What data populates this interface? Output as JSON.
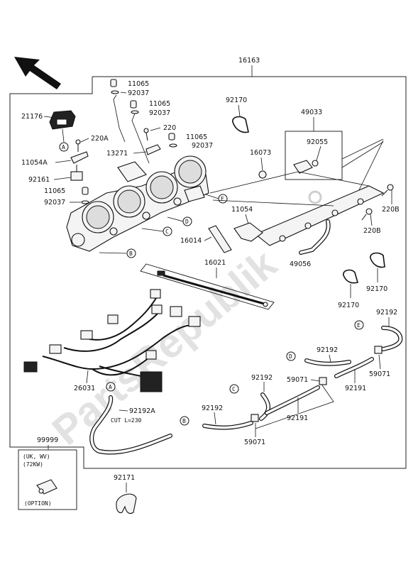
{
  "watermark": "PartsRepublik",
  "labels": {
    "l16163": "16163",
    "l21176": "21176",
    "l220A": "220A",
    "l11054A": "11054A",
    "l92161": "92161",
    "l11065_a": "11065",
    "l92037_a": "92037",
    "l11065_b": "11065",
    "l92037_b": "92037",
    "l11065_c": "11065",
    "l92037_c": "92037",
    "l11065_d": "11065",
    "l92037_d": "92037",
    "l11065_e": "11065",
    "l92037_e": "92037",
    "l220": "220",
    "l13271": "13271",
    "l92170_a": "92170",
    "l49033": "49033",
    "l92055": "92055",
    "l16073": "16073",
    "l11054": "11054",
    "l16014": "16014",
    "l220B_a": "220B",
    "l220B_b": "220B",
    "l49056": "49056",
    "l16021": "16021",
    "l92170_b": "92170",
    "l92170_c": "92170",
    "l92192_a": "92192",
    "l92192_b": "92192",
    "l92192_c": "92192",
    "l92192_d": "92192",
    "l59071_a": "59071",
    "l59071_b": "59071",
    "l59071_c": "59071",
    "l92191_a": "92191",
    "l92191_b": "92191",
    "l26031": "26031",
    "l92192A": "92192A",
    "cut_note": "CUT L=230",
    "l99999": "99999",
    "l92171": "92171"
  },
  "callouts": {
    "A1": "A",
    "A2": "A",
    "B1": "B",
    "B2": "B",
    "C1": "C",
    "C2": "C",
    "D1": "D",
    "D2": "D",
    "E1": "E",
    "E2": "E"
  },
  "option_box": {
    "line1": "(UK, WV)",
    "line2": "(72KW)",
    "line3": "(OPTION)"
  }
}
